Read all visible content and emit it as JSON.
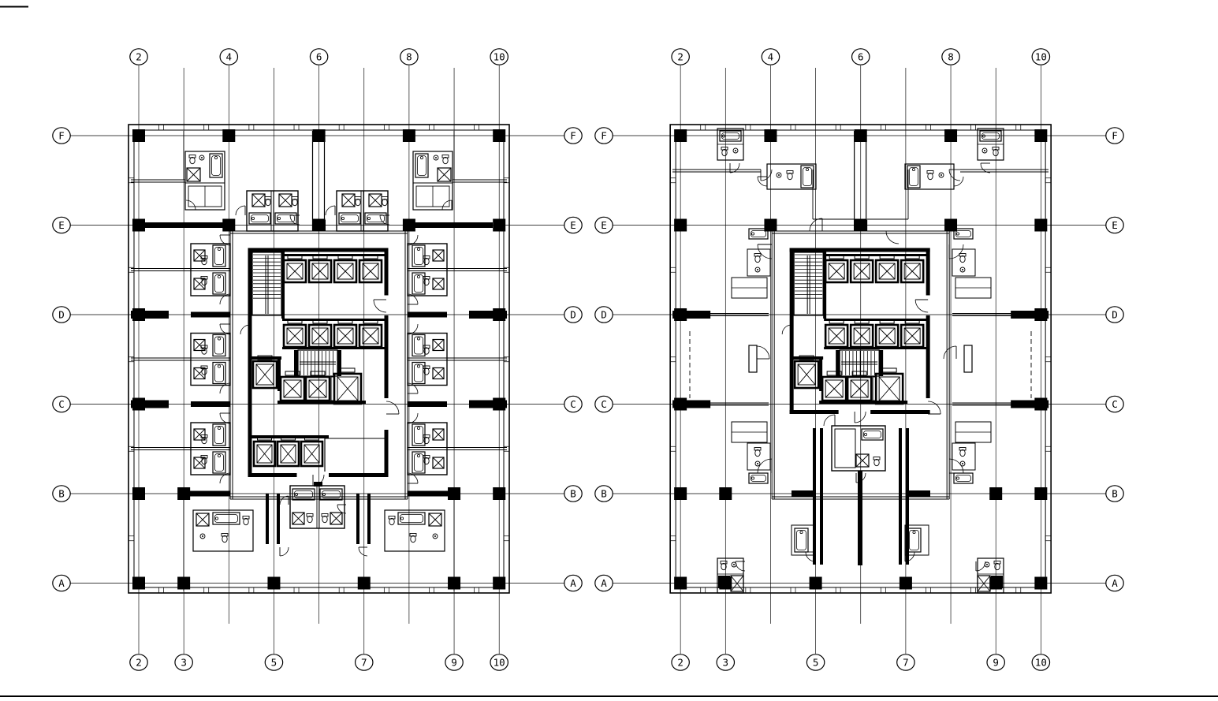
{
  "sheet": {
    "background": "#ffffff",
    "ink": "#000000",
    "kind": "architectural CAD floor plan sheet, two tower plans side by side"
  },
  "plans": [
    {
      "name": "left-floor-plan",
      "description": "furnished tower floor plan: perimeter guest rooms with bathroom pods, central elevator/stair core",
      "grid": {
        "top_bubbles": [
          "2",
          "4",
          "6",
          "8",
          "10"
        ],
        "bottom_bubbles": [
          "2",
          "3",
          "5",
          "7",
          "9",
          "10"
        ],
        "left_bubbles": [
          "F",
          "E",
          "D",
          "C",
          "B",
          "A"
        ],
        "right_bubbles": [
          "F",
          "E",
          "D",
          "C",
          "B",
          "A"
        ]
      }
    },
    {
      "name": "right-floor-plan",
      "description": "open shell tower floor plan: large perimeter rooms, sparse bathroom pods, same central elevator/stair core",
      "grid": {
        "top_bubbles": [
          "2",
          "4",
          "6",
          "8",
          "10"
        ],
        "bottom_bubbles": [
          "2",
          "3",
          "5",
          "7",
          "9",
          "10"
        ],
        "left_bubbles": [
          "F",
          "E",
          "D",
          "C",
          "B",
          "A"
        ],
        "right_bubbles": [
          "F",
          "E",
          "D",
          "C",
          "B",
          "A"
        ]
      }
    }
  ],
  "symbols": {
    "elevator": "elevator-car-icon",
    "stair": "stair-icon",
    "bathtub": "bathtub-icon",
    "toilet": "toilet-icon",
    "shaft": "x-shaft-icon",
    "door": "door-swing-icon",
    "column": "column-marker"
  }
}
